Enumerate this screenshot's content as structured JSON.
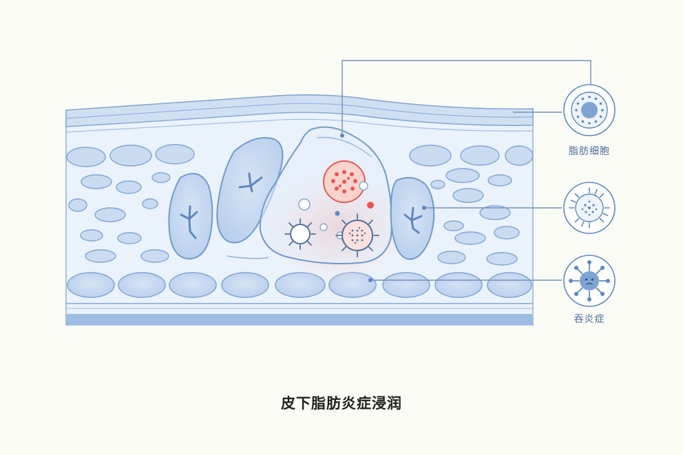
{
  "legend": {
    "adipocyte_label": "脂肪细胞",
    "inflammation_label": "吞炎症"
  },
  "caption": "皮下脂肪炎症浸润",
  "icons": {
    "adipocyte": "adipocyte-cell-icon",
    "immune": "immune-cell-icon",
    "inflammation": "virus-icon"
  },
  "colors": {
    "tissue_fill": "#e8f1fb",
    "cell_fill": "#c3d8ef",
    "outline": "#5b87c0",
    "inflammation": "#e8574e",
    "text": "#4b6f9c"
  }
}
